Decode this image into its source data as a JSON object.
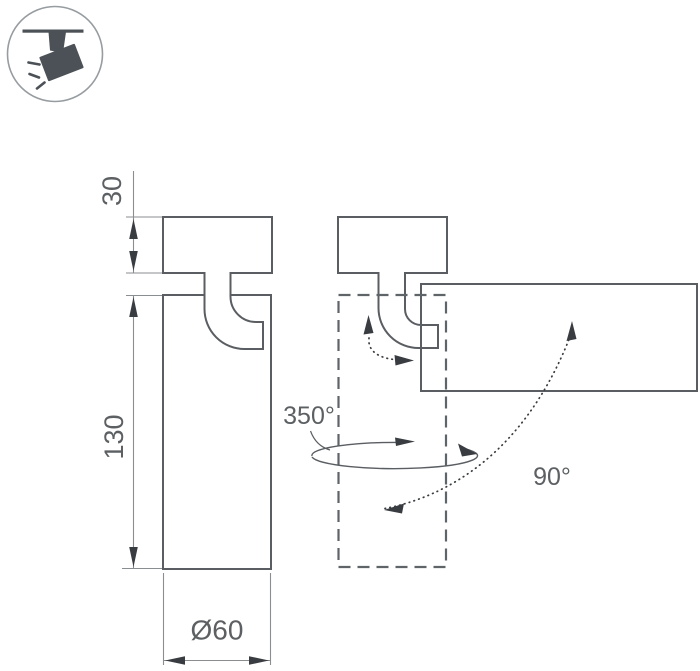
{
  "drawing": {
    "labels": {
      "base_height": "30",
      "body_height": "130",
      "diameter": "Ø60",
      "rotation_range": "350°",
      "tilt_range": "90°"
    }
  },
  "icon": {
    "type": "ceiling-spotlight"
  },
  "colors": {
    "outline": "#5a5e62",
    "dim_line": "#8a8e91",
    "arrow": "#393d41",
    "text": "#5c6063",
    "dashed": "#5f6468",
    "icon": "#4b5156",
    "icon_circle": "#969ca0",
    "background": "#ffffff"
  }
}
